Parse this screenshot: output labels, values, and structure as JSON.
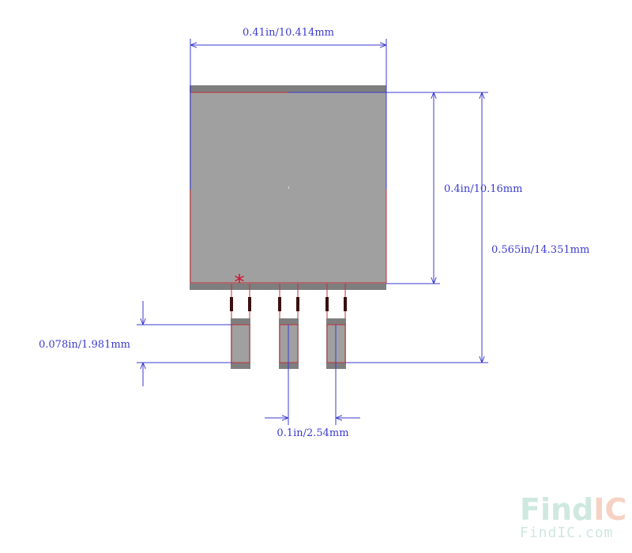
{
  "dimensions": {
    "overall_width": "0.41in/10.414mm",
    "body_height": "0.4in/10.16mm",
    "overall_height": "0.565in/14.351mm",
    "pad_length": "0.078in/1.981mm",
    "pin_pitch": "0.1in/2.54mm"
  },
  "pin1_marker": "*",
  "watermark": {
    "logo_find": "Find",
    "logo_ic": "IC",
    "url": "FindIC.com"
  },
  "colors": {
    "background": "#ffffff",
    "pad_fill": "#a0a0a0",
    "pad_edge": "#7a7a7a",
    "outline": "#c0303a",
    "dimension": "#3b3bd0",
    "marker": "#d0102a",
    "watermark_find": "#cfe8e0",
    "watermark_ic": "#f6d2c4"
  }
}
